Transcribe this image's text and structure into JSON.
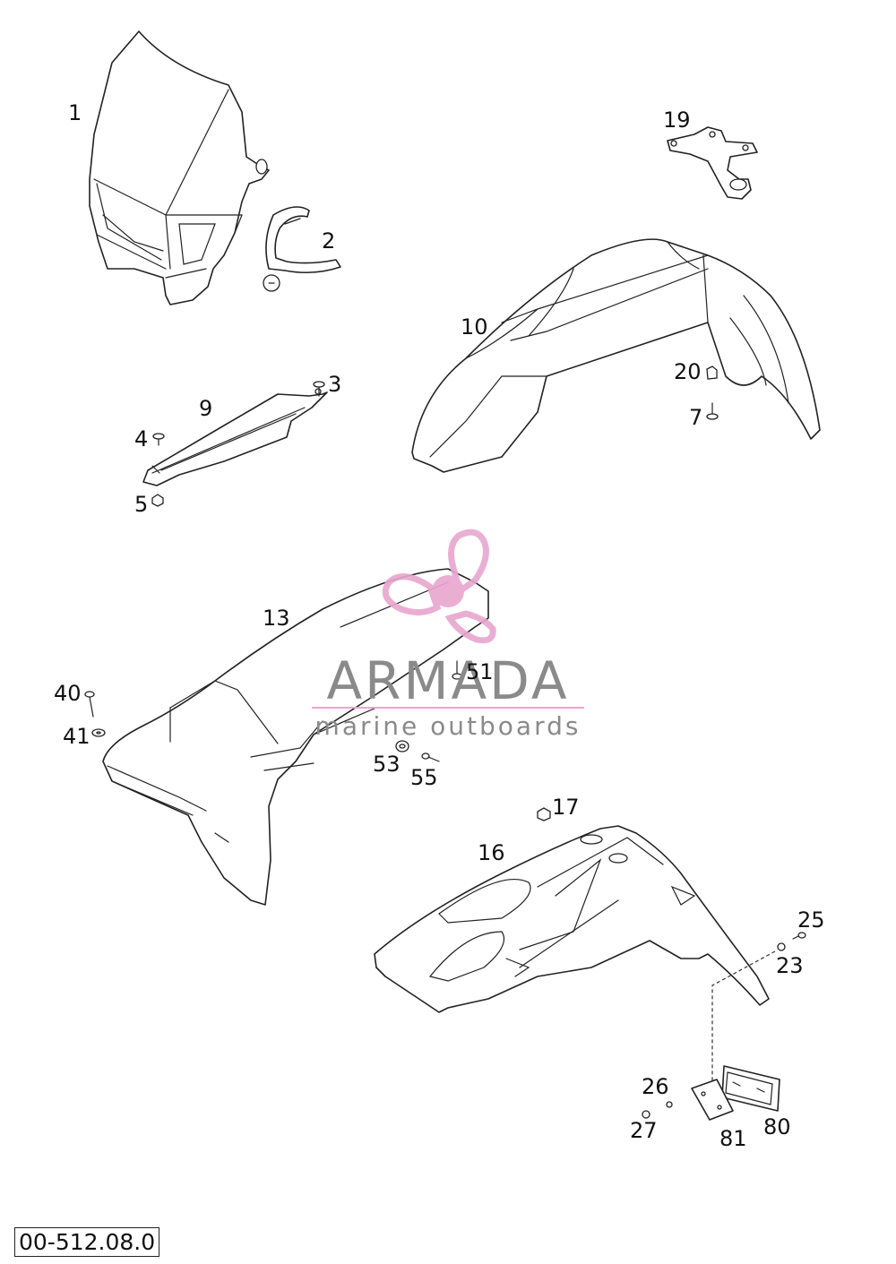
{
  "diagram": {
    "reference_code": "00-512.08.0",
    "callouts": {
      "c1": "1",
      "c2": "2",
      "c3": "3",
      "c4": "4",
      "c5": "5",
      "c7": "7",
      "c9": "9",
      "c10": "10",
      "c13": "13",
      "c16": "16",
      "c17": "17",
      "c19": "19",
      "c20": "20",
      "c23": "23",
      "c25": "25",
      "c26": "26",
      "c27": "27",
      "c40": "40",
      "c41": "41",
      "c51": "51",
      "c53": "53",
      "c55": "55",
      "c80": "80",
      "c81": "81"
    }
  },
  "watermark": {
    "brand": "ARMADA",
    "tagline": "marine outboards",
    "logo_color": "#e8a6cf",
    "text_color": "#8a8a8a"
  }
}
